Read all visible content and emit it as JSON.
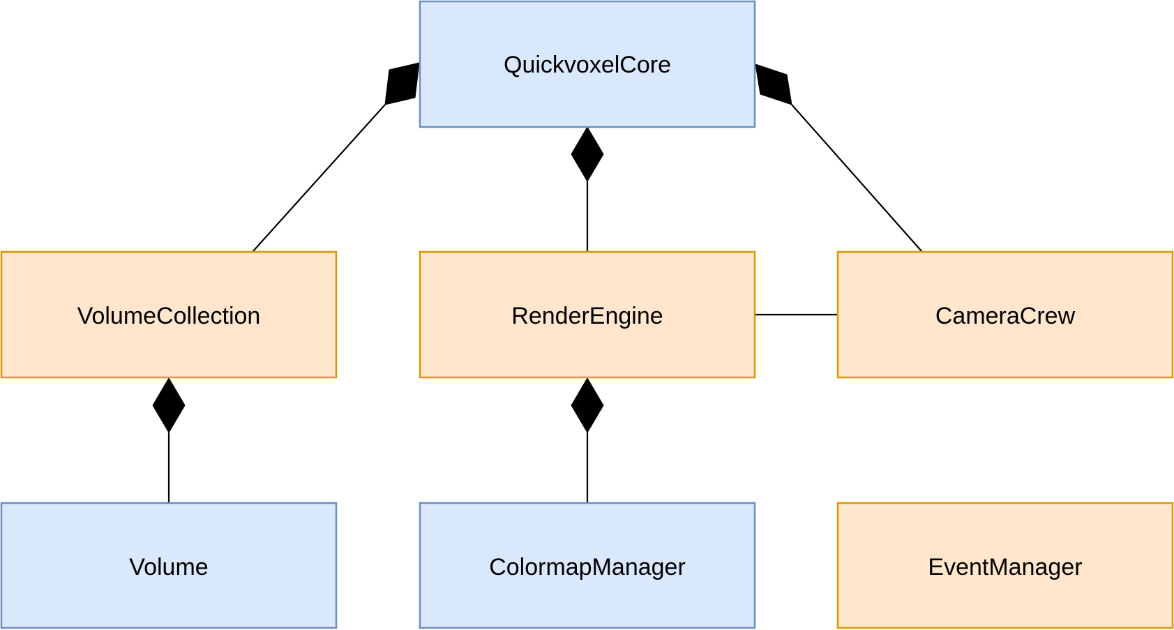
{
  "diagram": {
    "colors": {
      "blue_fill": "#dae8fc",
      "blue_stroke": "#6c8ebf",
      "orange_fill": "#ffe6cc",
      "orange_stroke": "#d79b00",
      "edge": "#000000"
    },
    "nodes": {
      "quickvoxel_core": {
        "label": "QuickvoxelCore",
        "style": "blue"
      },
      "volume_collection": {
        "label": "VolumeCollection",
        "style": "orange"
      },
      "render_engine": {
        "label": "RenderEngine",
        "style": "orange"
      },
      "camera_crew": {
        "label": "CameraCrew",
        "style": "orange"
      },
      "volume": {
        "label": "Volume",
        "style": "blue"
      },
      "colormap_manager": {
        "label": "ColormapManager",
        "style": "blue"
      },
      "event_manager": {
        "label": "EventManager",
        "style": "orange"
      }
    },
    "edges": [
      {
        "from": "quickvoxel_core",
        "to": "volume_collection",
        "type": "composition"
      },
      {
        "from": "quickvoxel_core",
        "to": "render_engine",
        "type": "composition"
      },
      {
        "from": "quickvoxel_core",
        "to": "camera_crew",
        "type": "composition"
      },
      {
        "from": "volume_collection",
        "to": "volume",
        "type": "composition"
      },
      {
        "from": "render_engine",
        "to": "colormap_manager",
        "type": "composition"
      },
      {
        "from": "render_engine",
        "to": "camera_crew",
        "type": "association"
      }
    ]
  }
}
